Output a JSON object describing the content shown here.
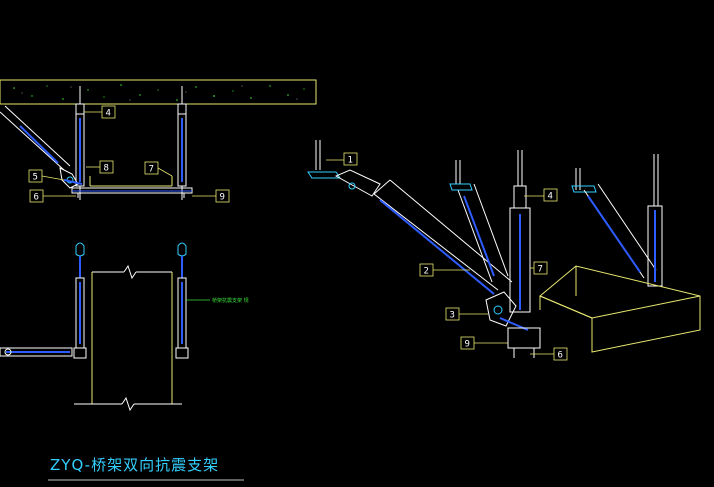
{
  "title": "ZYQ-桥架双向抗震支架",
  "note_label": "桥架抗震支架 规",
  "colors": {
    "background": "#000000",
    "line_white": "#ffffff",
    "line_yellow": "#e8e870",
    "line_cyan": "#33d0ff",
    "line_blue": "#2e5cff",
    "line_green": "#38e038"
  },
  "callouts_left": [
    "4",
    "5",
    "8",
    "7",
    "6",
    "9"
  ],
  "callouts_right": [
    "1",
    "4",
    "2",
    "7",
    "3",
    "9",
    "6"
  ]
}
